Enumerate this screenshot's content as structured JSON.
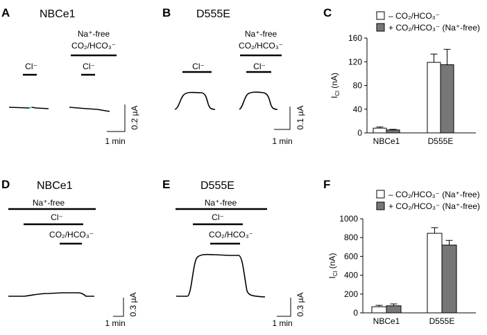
{
  "panels": {
    "A": {
      "letter": "A",
      "title": "NBCe1",
      "cond_line1": "Na⁺-free",
      "cond_line2": "CO₂/HCO₃⁻",
      "cl": "Cl⁻",
      "cl2": "Cl⁻",
      "scale_y": "0.2 µA",
      "scale_x": "1 min"
    },
    "B": {
      "letter": "B",
      "title": "D555E",
      "cond_line1": "Na⁺-free",
      "cond_line2": "CO₂/HCO₃⁻",
      "cl": "Cl⁻",
      "cl2": "Cl⁻",
      "scale_y": "0.1 µA",
      "scale_x": "1 min"
    },
    "C": {
      "letter": "C"
    },
    "D": {
      "letter": "D",
      "title": "NBCe1",
      "nafree": "Na⁺-free",
      "cl": "Cl⁻",
      "co2": "CO₂/HCO₃⁻",
      "scale_y": "0.3 µA",
      "scale_x": "1 min"
    },
    "E": {
      "letter": "E",
      "title": "D555E",
      "nafree": "Na⁺-free",
      "cl": "Cl⁻",
      "co2": "CO₂/HCO₃⁻",
      "scale_y": "0.3 µA",
      "scale_x": "1 min"
    },
    "F": {
      "letter": "F"
    }
  },
  "chart_data": [
    {
      "type": "bar",
      "panel": "C",
      "categories": [
        "NBCe1",
        "D555E"
      ],
      "series": [
        {
          "name": "– CO₂/HCO₃⁻",
          "values": [
            8,
            119
          ],
          "errors": [
            2,
            14
          ],
          "color": "#ffffff"
        },
        {
          "name": "+ CO₂/HCO₃⁻ (Na⁺-free)",
          "values": [
            5,
            115
          ],
          "errors": [
            1,
            26
          ],
          "color": "#777777"
        }
      ],
      "ylabel_main": "I",
      "ylabel_sub": "Cl",
      "ylabel_unit": " (nA)",
      "ylim": [
        0,
        160
      ],
      "yticks": [
        "0",
        "40",
        "80",
        "120",
        "160"
      ]
    },
    {
      "type": "bar",
      "panel": "F",
      "categories": [
        "NBCe1",
        "D555E"
      ],
      "series": [
        {
          "name": "– CO₂/HCO₃⁻ (Na⁺-free)",
          "values": [
            65,
            845
          ],
          "errors": [
            15,
            60
          ],
          "color": "#ffffff"
        },
        {
          "name": "+ CO₂/HCO₃⁻ (Na⁺-free)",
          "values": [
            75,
            720
          ],
          "errors": [
            20,
            50
          ],
          "color": "#777777"
        }
      ],
      "ylabel_main": "I",
      "ylabel_sub": "Cl",
      "ylabel_unit": " (nA)",
      "ylim": [
        0,
        1000
      ],
      "yticks": [
        "0",
        "200",
        "400",
        "600",
        "800",
        "1000"
      ]
    }
  ]
}
